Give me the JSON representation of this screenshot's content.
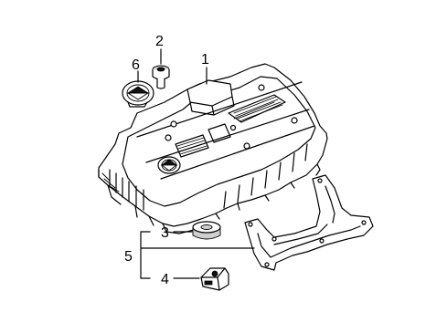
{
  "callouts": {
    "c1": "1",
    "c2": "2",
    "c3": "3",
    "c4": "4",
    "c5": "5",
    "c6": "6"
  },
  "parts": {
    "engine_cover": "engine-cover",
    "bolt": "mounting-bolt",
    "grommet": "rubber-grommet",
    "clip": "retainer-clip",
    "gasket_frame": "cover-gasket-frame",
    "emblem": "emblem-badge"
  }
}
